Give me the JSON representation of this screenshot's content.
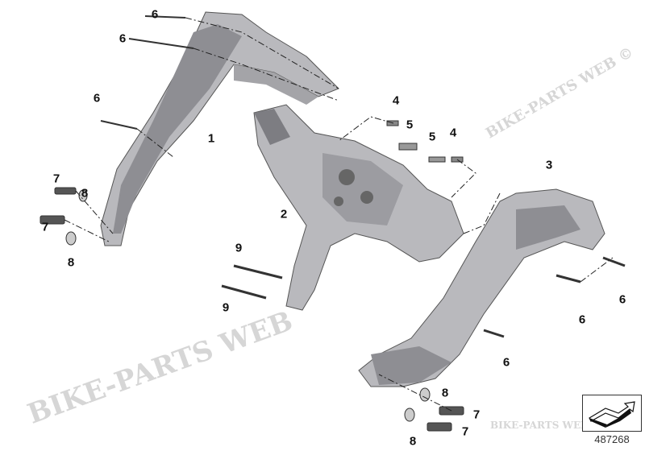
{
  "diagram": {
    "title": "Frame parts exploded view",
    "reference_number": "487268",
    "watermark": [
      "BIKE-PARTS WEB ©",
      "BIKE-PARTS WEB",
      "BIKE-PARTS WEB"
    ],
    "callouts": [
      "6",
      "6",
      "6",
      "1",
      "7",
      "8",
      "7",
      "8",
      "2",
      "4",
      "5",
      "5",
      "4",
      "3",
      "9",
      "9",
      "6",
      "6",
      "6",
      "8",
      "7",
      "8",
      "7"
    ],
    "colors": {
      "part_fill": "#b8b8bc",
      "part_dark": "#6e6e72",
      "line": "#222222"
    }
  }
}
